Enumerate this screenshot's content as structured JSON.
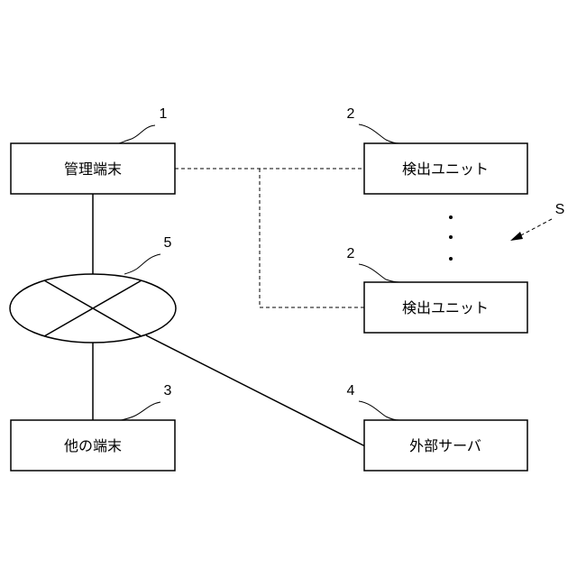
{
  "nodes": {
    "management_terminal": {
      "label": "管理端末",
      "ref": "1"
    },
    "detection_unit_top": {
      "label": "検出ユニット",
      "ref": "2"
    },
    "detection_unit_bottom": {
      "label": "検出ユニット",
      "ref": "2"
    },
    "other_terminal": {
      "label": "他の端末",
      "ref": "3"
    },
    "external_server": {
      "label": "外部サーバ",
      "ref": "4"
    },
    "network": {
      "ref": "5"
    }
  },
  "system_ref": "S",
  "edges": [
    {
      "from": "management_terminal",
      "to": "network",
      "style": "solid"
    },
    {
      "from": "network",
      "to": "other_terminal",
      "style": "solid"
    },
    {
      "from": "network",
      "to": "external_server",
      "style": "solid"
    },
    {
      "from": "management_terminal",
      "to": "detection_unit_top",
      "style": "dashed"
    },
    {
      "from": "management_terminal",
      "to": "detection_unit_bottom",
      "style": "dashed"
    }
  ]
}
